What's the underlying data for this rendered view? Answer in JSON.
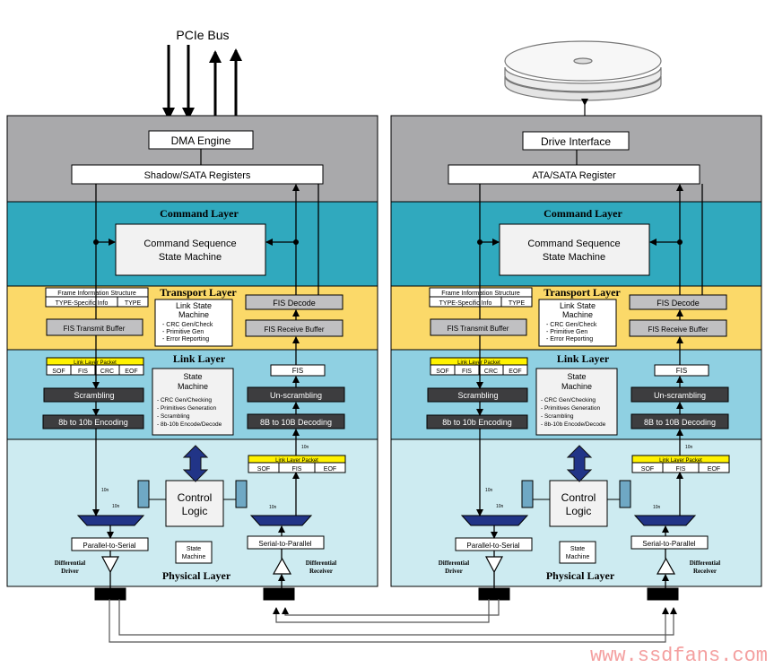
{
  "top": {
    "pcie_bus": "PCIe Bus"
  },
  "host": {
    "dma_engine": "DMA Engine",
    "registers": "Shadow/SATA Registers"
  },
  "device": {
    "drive_interface": "Drive Interface",
    "registers": "ATA/SATA Register"
  },
  "command": {
    "title": "Command Layer",
    "state_machine_line1": "Command Sequence",
    "state_machine_line2": "State Machine"
  },
  "transport": {
    "title": "Transport Layer",
    "fis_structure": "Frame Information Structure",
    "type_specific": "TYPE-Specific Info",
    "type": "TYPE",
    "transmit_buffer": "FIS Transmit Buffer",
    "fis_decode": "FIS Decode",
    "receive_buffer": "FIS Receive Buffer",
    "lsm_line1": "Link State",
    "lsm_line2": "Machine",
    "lsm_items": [
      "- CRC Gen/Check",
      "- Primitive Gen",
      "- Error Reporting"
    ]
  },
  "link": {
    "title": "Link Layer",
    "packet_label": "Link Layer Packet",
    "fields": [
      "SOF",
      "FIS",
      "CRC",
      "EOF"
    ],
    "fis": "FIS",
    "scrambling": "Scrambling",
    "unscrambling": "Un-scrambling",
    "encoding": "8b to 10b Encoding",
    "decoding": "8B to 10B Decoding",
    "sm_line1": "State",
    "sm_line2": "Machine",
    "sm_items": [
      "- CRC Gen/Checking",
      "- Primitives Generation",
      "- Scrambling",
      "- 8b-10b Encode/Decode"
    ]
  },
  "physical": {
    "title": "Physical Layer",
    "packet_label": "Link Layer Packet",
    "fields": [
      "SOF",
      "FIS",
      "EOF"
    ],
    "control_line1": "Control",
    "control_line2": "Logic",
    "p2s": "Parallel-to-Serial",
    "s2p": "Serial-to-Parallel",
    "sm_line1": "State",
    "sm_line2": "Machine",
    "driver_line1": "Differential",
    "driver_line2": "Driver",
    "receiver_line1": "Differential",
    "receiver_line2": "Receiver",
    "bus_width": "10n"
  },
  "watermark": "www.ssdfans.com",
  "colors": {
    "system_band": "#a9a9ab",
    "command_band": "#30a9be",
    "transport_band": "#fbd969",
    "link_band": "#8fd0e2",
    "physical_band": "#cdebf1",
    "dark_block": "#3d3d3f",
    "grey_block": "#c0c0c2",
    "yellow_label": "#fff200",
    "mux_blue": "#213487",
    "watermark": "#f4a0a0"
  }
}
